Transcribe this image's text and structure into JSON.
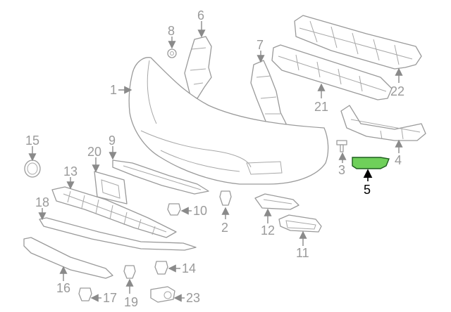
{
  "diagram": {
    "highlight_color": "#6fd05a",
    "callouts": [
      {
        "label": "1"
      },
      {
        "label": "2"
      },
      {
        "label": "3"
      },
      {
        "label": "4"
      },
      {
        "label": "5",
        "highlighted": true
      },
      {
        "label": "6"
      },
      {
        "label": "7"
      },
      {
        "label": "8"
      },
      {
        "label": "9"
      },
      {
        "label": "10"
      },
      {
        "label": "11"
      },
      {
        "label": "12"
      },
      {
        "label": "13"
      },
      {
        "label": "14"
      },
      {
        "label": "15"
      },
      {
        "label": "16"
      },
      {
        "label": "17"
      },
      {
        "label": "18"
      },
      {
        "label": "19"
      },
      {
        "label": "20"
      },
      {
        "label": "21"
      },
      {
        "label": "22"
      },
      {
        "label": "23"
      }
    ]
  }
}
